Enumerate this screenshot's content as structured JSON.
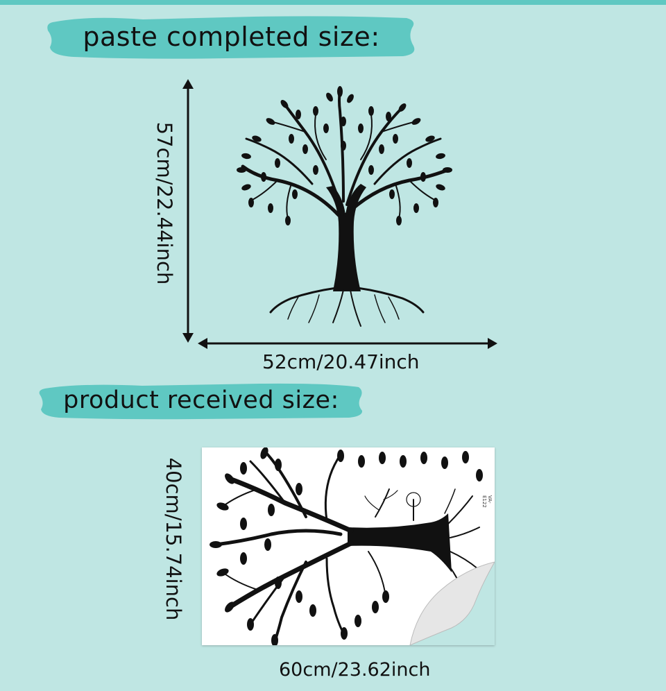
{
  "section_completed": {
    "title": "paste completed size:",
    "height_label": "57cm/22.44inch",
    "width_label": "52cm/20.47inch"
  },
  "section_received": {
    "title": "product received size:",
    "height_label": "40cm/15.74inch",
    "width_label": "60cm/23.62inch",
    "sheet_code": "VA-E122"
  },
  "colors": {
    "background": "#bfe6e3",
    "banner": "#5fc8c2",
    "ink": "#111111"
  },
  "icons": [
    "tree-illustration",
    "decal-sheet",
    "peel-corner"
  ]
}
